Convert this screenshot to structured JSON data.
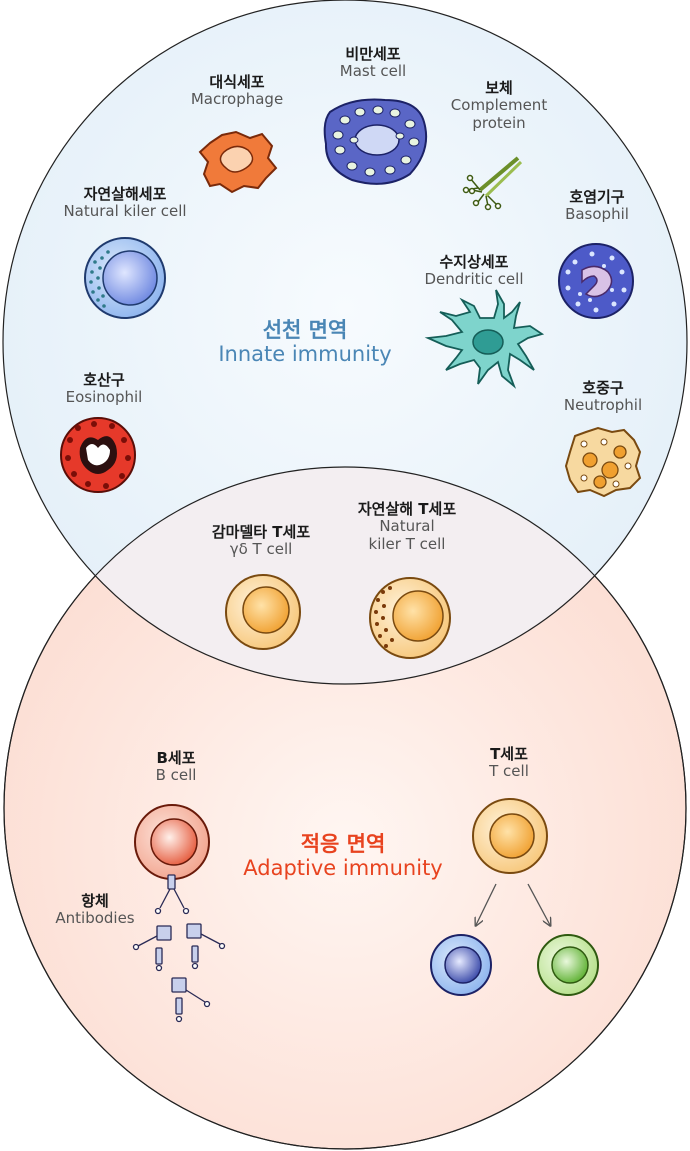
{
  "colors": {
    "innate_accent": "#4a86b5",
    "adaptive_accent": "#e8431f",
    "innate_fill": "#eaf3fa",
    "adaptive_fill": "#fde6de",
    "overlap_fill": "#f2eef0"
  },
  "innate": {
    "title_ko": "선천 면역",
    "title_en": "Innate immunity"
  },
  "adaptive": {
    "title_ko": "적응 면역",
    "title_en": "Adaptive immunity"
  },
  "cells": {
    "macrophage": {
      "ko": "대식세포",
      "en": "Macrophage"
    },
    "mast_cell": {
      "ko": "비만세포",
      "en": "Mast cell"
    },
    "complement": {
      "ko": "보체",
      "en_line1": "Complement",
      "en_line2": "protein"
    },
    "nk_cell": {
      "ko": "자연살해세포",
      "en": "Natural kiler cell"
    },
    "basophil": {
      "ko": "호염기구",
      "en": "Basophil"
    },
    "dendritic": {
      "ko": "수지상세포",
      "en": "Dendritic cell"
    },
    "eosinophil": {
      "ko": "호산구",
      "en": "Eosinophil"
    },
    "neutrophil": {
      "ko": "호중구",
      "en": "Neutrophil"
    },
    "gd_t_cell": {
      "ko": "감마델타 T세포",
      "en": "γδ T cell"
    },
    "nkt_cell": {
      "ko": "자연살해 T세포",
      "en_line1": "Natural",
      "en_line2": "kiler T cell"
    },
    "b_cell": {
      "ko": "B세포",
      "en": "B cell"
    },
    "t_cell": {
      "ko": "T세포",
      "en": "T cell"
    },
    "antibodies": {
      "ko": "항체",
      "en": "Antibodies"
    }
  }
}
